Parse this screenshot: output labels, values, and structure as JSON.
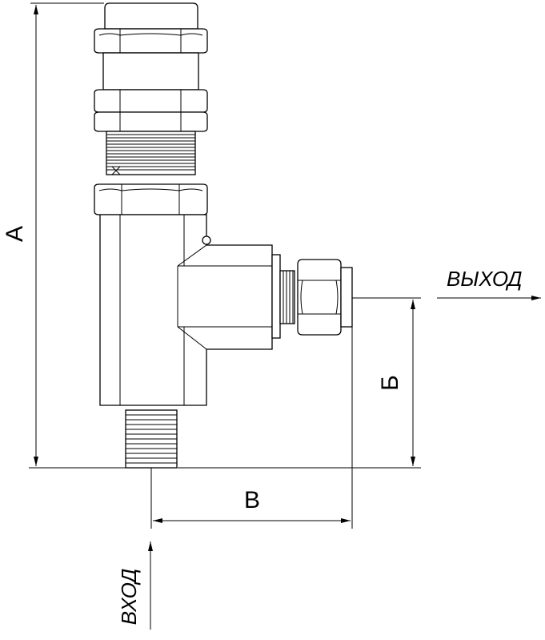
{
  "dimensions": {
    "a_label": "А",
    "b_label": "Б",
    "v_label": "В"
  },
  "flow": {
    "outlet_label": "ВЫХОД",
    "inlet_label": "ВХОД"
  },
  "colors": {
    "line": "#000000",
    "background": "#ffffff"
  }
}
